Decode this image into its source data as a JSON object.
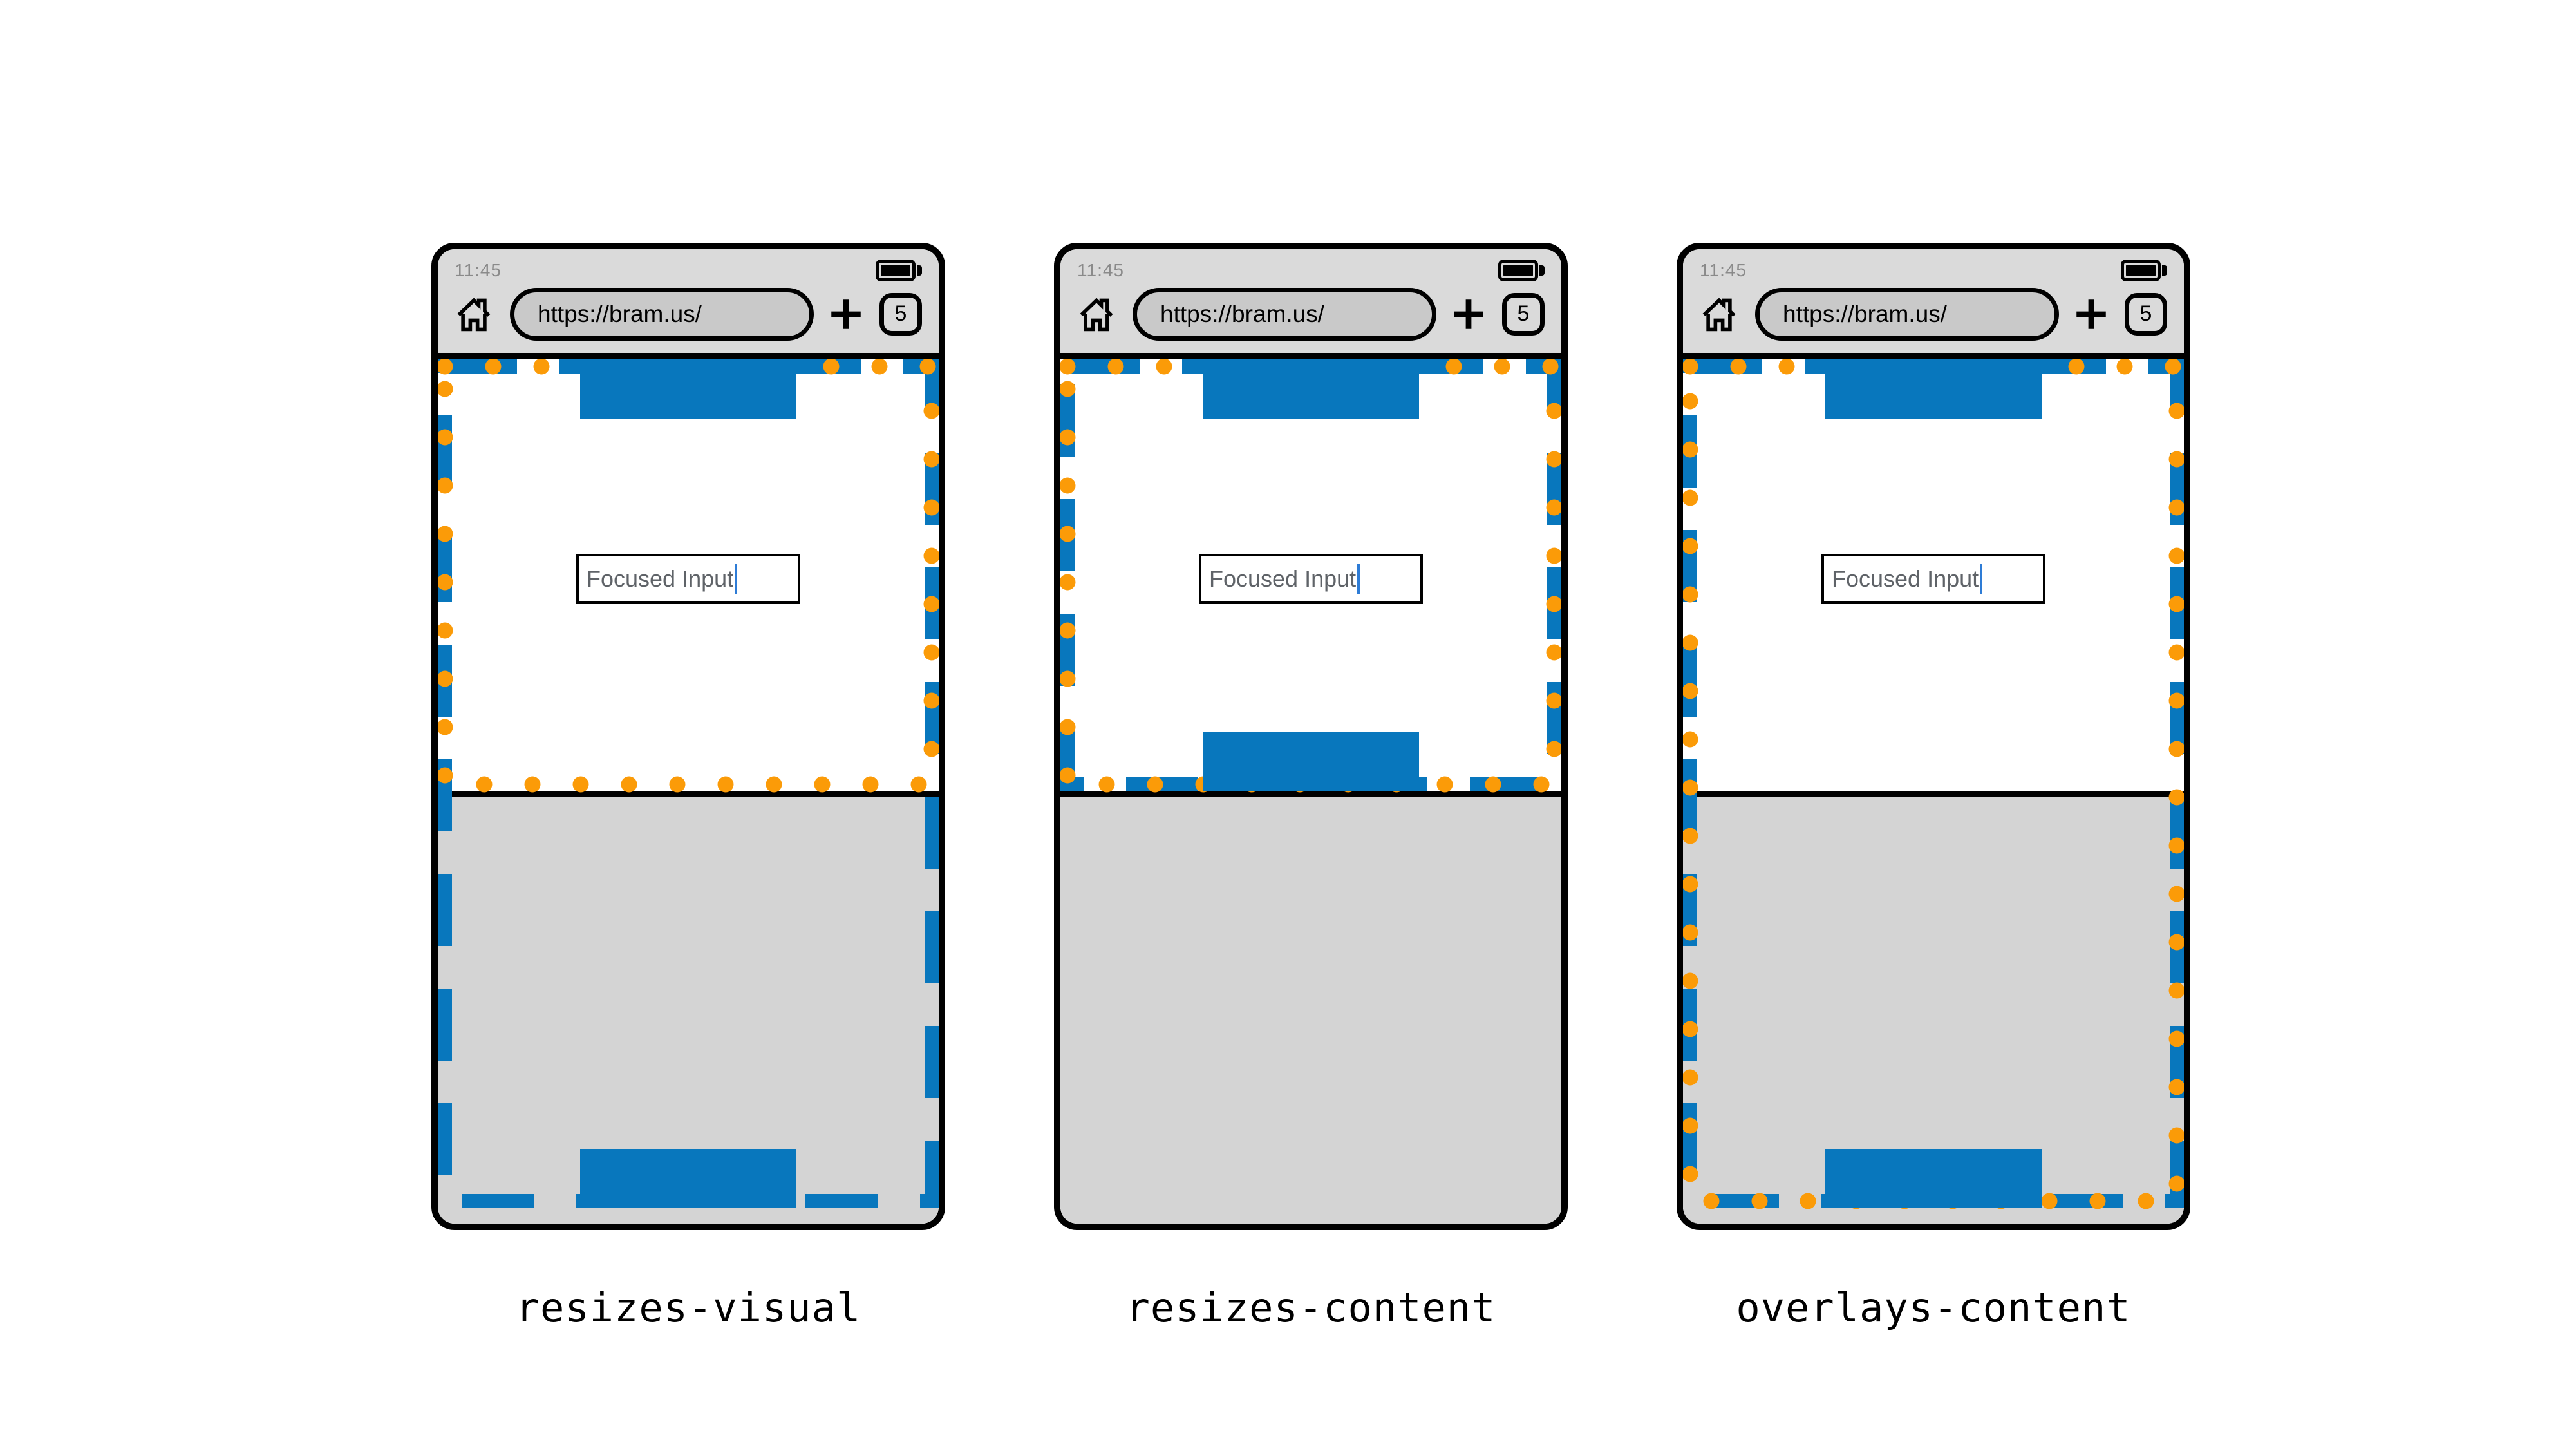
{
  "colors": {
    "blue": "#0877bd",
    "orange": "#fb9b08",
    "chrome_gray": "#dadada",
    "keyboard_gray": "#d4d4d4",
    "pill_gray": "#c9c9c9",
    "status_text": "#8a8a8a",
    "input_text": "#5f6368",
    "caret_blue": "#2e7cd6"
  },
  "phones": [
    {
      "label": "resizes-visual",
      "status_time": "11:45",
      "url": "https://bram.us/",
      "tab_count": "5",
      "input_value": "Focused Input",
      "layout_viewport_full": true,
      "visual_viewport_full": false
    },
    {
      "label": "resizes-content",
      "status_time": "11:45",
      "url": "https://bram.us/",
      "tab_count": "5",
      "input_value": "Focused Input",
      "layout_viewport_full": false,
      "visual_viewport_full": false
    },
    {
      "label": "overlays-content",
      "status_time": "11:45",
      "url": "https://bram.us/",
      "tab_count": "5",
      "input_value": "Focused Input",
      "layout_viewport_full": true,
      "visual_viewport_full": true
    }
  ]
}
